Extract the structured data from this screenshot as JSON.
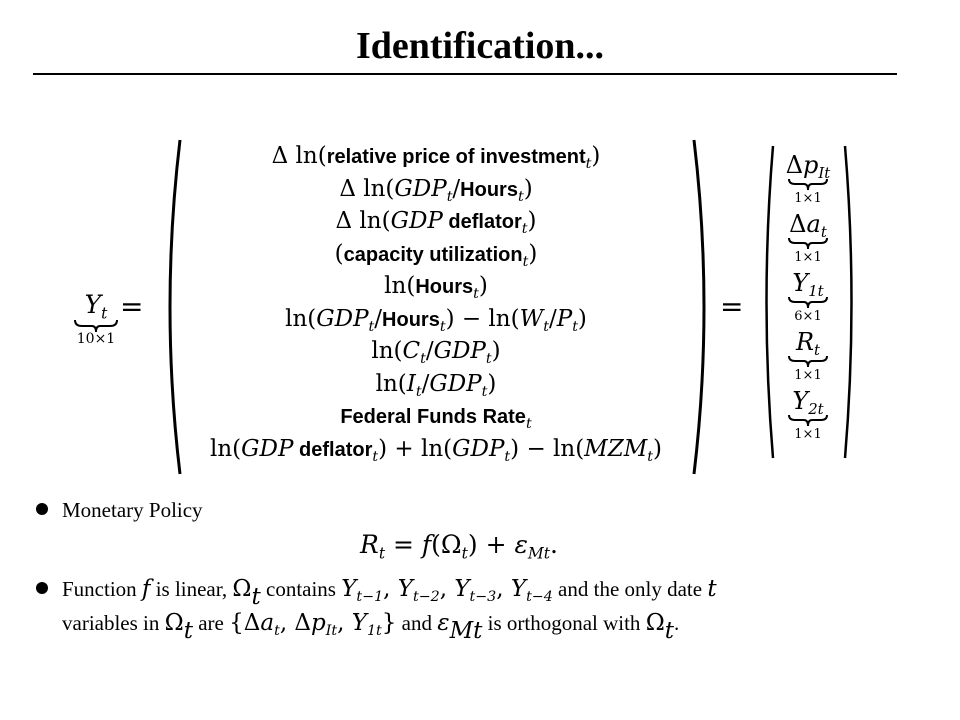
{
  "title": "Identification...",
  "lhs": {
    "symbol": "Y",
    "sub": "t",
    "under": "10×1"
  },
  "equals": "=",
  "rows": {
    "r1": {
      "pre": "Δ ln(",
      "text": "relative price of investment",
      "sub": "t",
      "post": ")"
    },
    "r2": {
      "pre": "Δ ln(",
      "m1": "GDP",
      "s1": "t",
      "slash": "/",
      "text": "Hours",
      "s2": "t",
      "post": ")"
    },
    "r3": {
      "pre": "Δ ln(",
      "m1": "GDP",
      "text": " deflator",
      "sub": "t",
      "post": ")"
    },
    "r4": {
      "pre": "(",
      "text": "capacity utilization",
      "sub": "t",
      "post": ")"
    },
    "r5": {
      "pre": "ln(",
      "text": "Hours",
      "sub": "t",
      "post": ")"
    },
    "r6": {
      "pre": "ln(",
      "m1": "GDP",
      "s1": "t",
      "slash": "/",
      "text": "Hours",
      "s2": "t",
      "mid": ") − ln(",
      "m2": "W",
      "s3": "t",
      "slash2": "/",
      "m3": "P",
      "s4": "t",
      "post": ")"
    },
    "r7": {
      "pre": "ln(",
      "m1": "C",
      "s1": "t",
      "slash": "/",
      "m2": "GDP",
      "s2": "t",
      "post": ")"
    },
    "r8": {
      "pre": "ln(",
      "m1": "I",
      "s1": "t",
      "slash": "/",
      "m2": "GDP",
      "s2": "t",
      "post": ")"
    },
    "r9": {
      "text": "Federal Funds Rate",
      "sub": "t"
    },
    "r10": {
      "pre": "ln(",
      "m1": "GDP",
      "text": " deflator",
      "s1": "t",
      "mid": ") + ln(",
      "m2": "GDP",
      "s2": "t",
      "mid2": ") − ln(",
      "m3": "MZM",
      "s3": "t",
      "post": ")"
    }
  },
  "rhs": [
    {
      "pre": "Δ",
      "sym": "p",
      "sub": "It",
      "under": "1×1"
    },
    {
      "pre": "Δ",
      "sym": "a",
      "sub": "t",
      "under": "1×1"
    },
    {
      "pre": "",
      "sym": "Y",
      "sub": "1t",
      "under": "6×1"
    },
    {
      "pre": "",
      "sym": "R",
      "sub": "t",
      "under": "1×1"
    },
    {
      "pre": "",
      "sym": "Y",
      "sub": "2t",
      "under": "1×1"
    }
  ],
  "bullet1": {
    "text": "Monetary Policy"
  },
  "policy_eq": {
    "lhs": "R",
    "lhs_sub": "t",
    "mid": " = ",
    "f": "f",
    "paren": "(Ω",
    "paren_sub": "t",
    "close": ") + ",
    "eps": "ε",
    "eps_sub": "Mt",
    "end": "."
  },
  "bullet2": {
    "t1": "Function ",
    "f": "f",
    "t2": " is linear, ",
    "omega": "Ω",
    "omega_sub": "t",
    "t3": " contains ",
    "lags": "Y",
    "lag1": "t−1",
    "lag2": "t−2",
    "lag3": "t−3",
    "lag4": "t−4",
    "sep": ", ",
    "t4": " and the only date ",
    "tvar": "t",
    "t5": "variables in ",
    "t6": " are ",
    "set_open": "{Δ",
    "set_a": "a",
    "set_a_sub": "t",
    "set_mid": ", Δ",
    "set_p": "p",
    "set_p_sub": "It",
    "set_mid2": ", ",
    "set_y": "Y",
    "set_y_sub": "1t",
    "set_close": "}",
    "t7": " and ",
    "eps": "ε",
    "eps_sub": "Mt",
    "t8": " is orthogonal with ",
    "end": "."
  }
}
